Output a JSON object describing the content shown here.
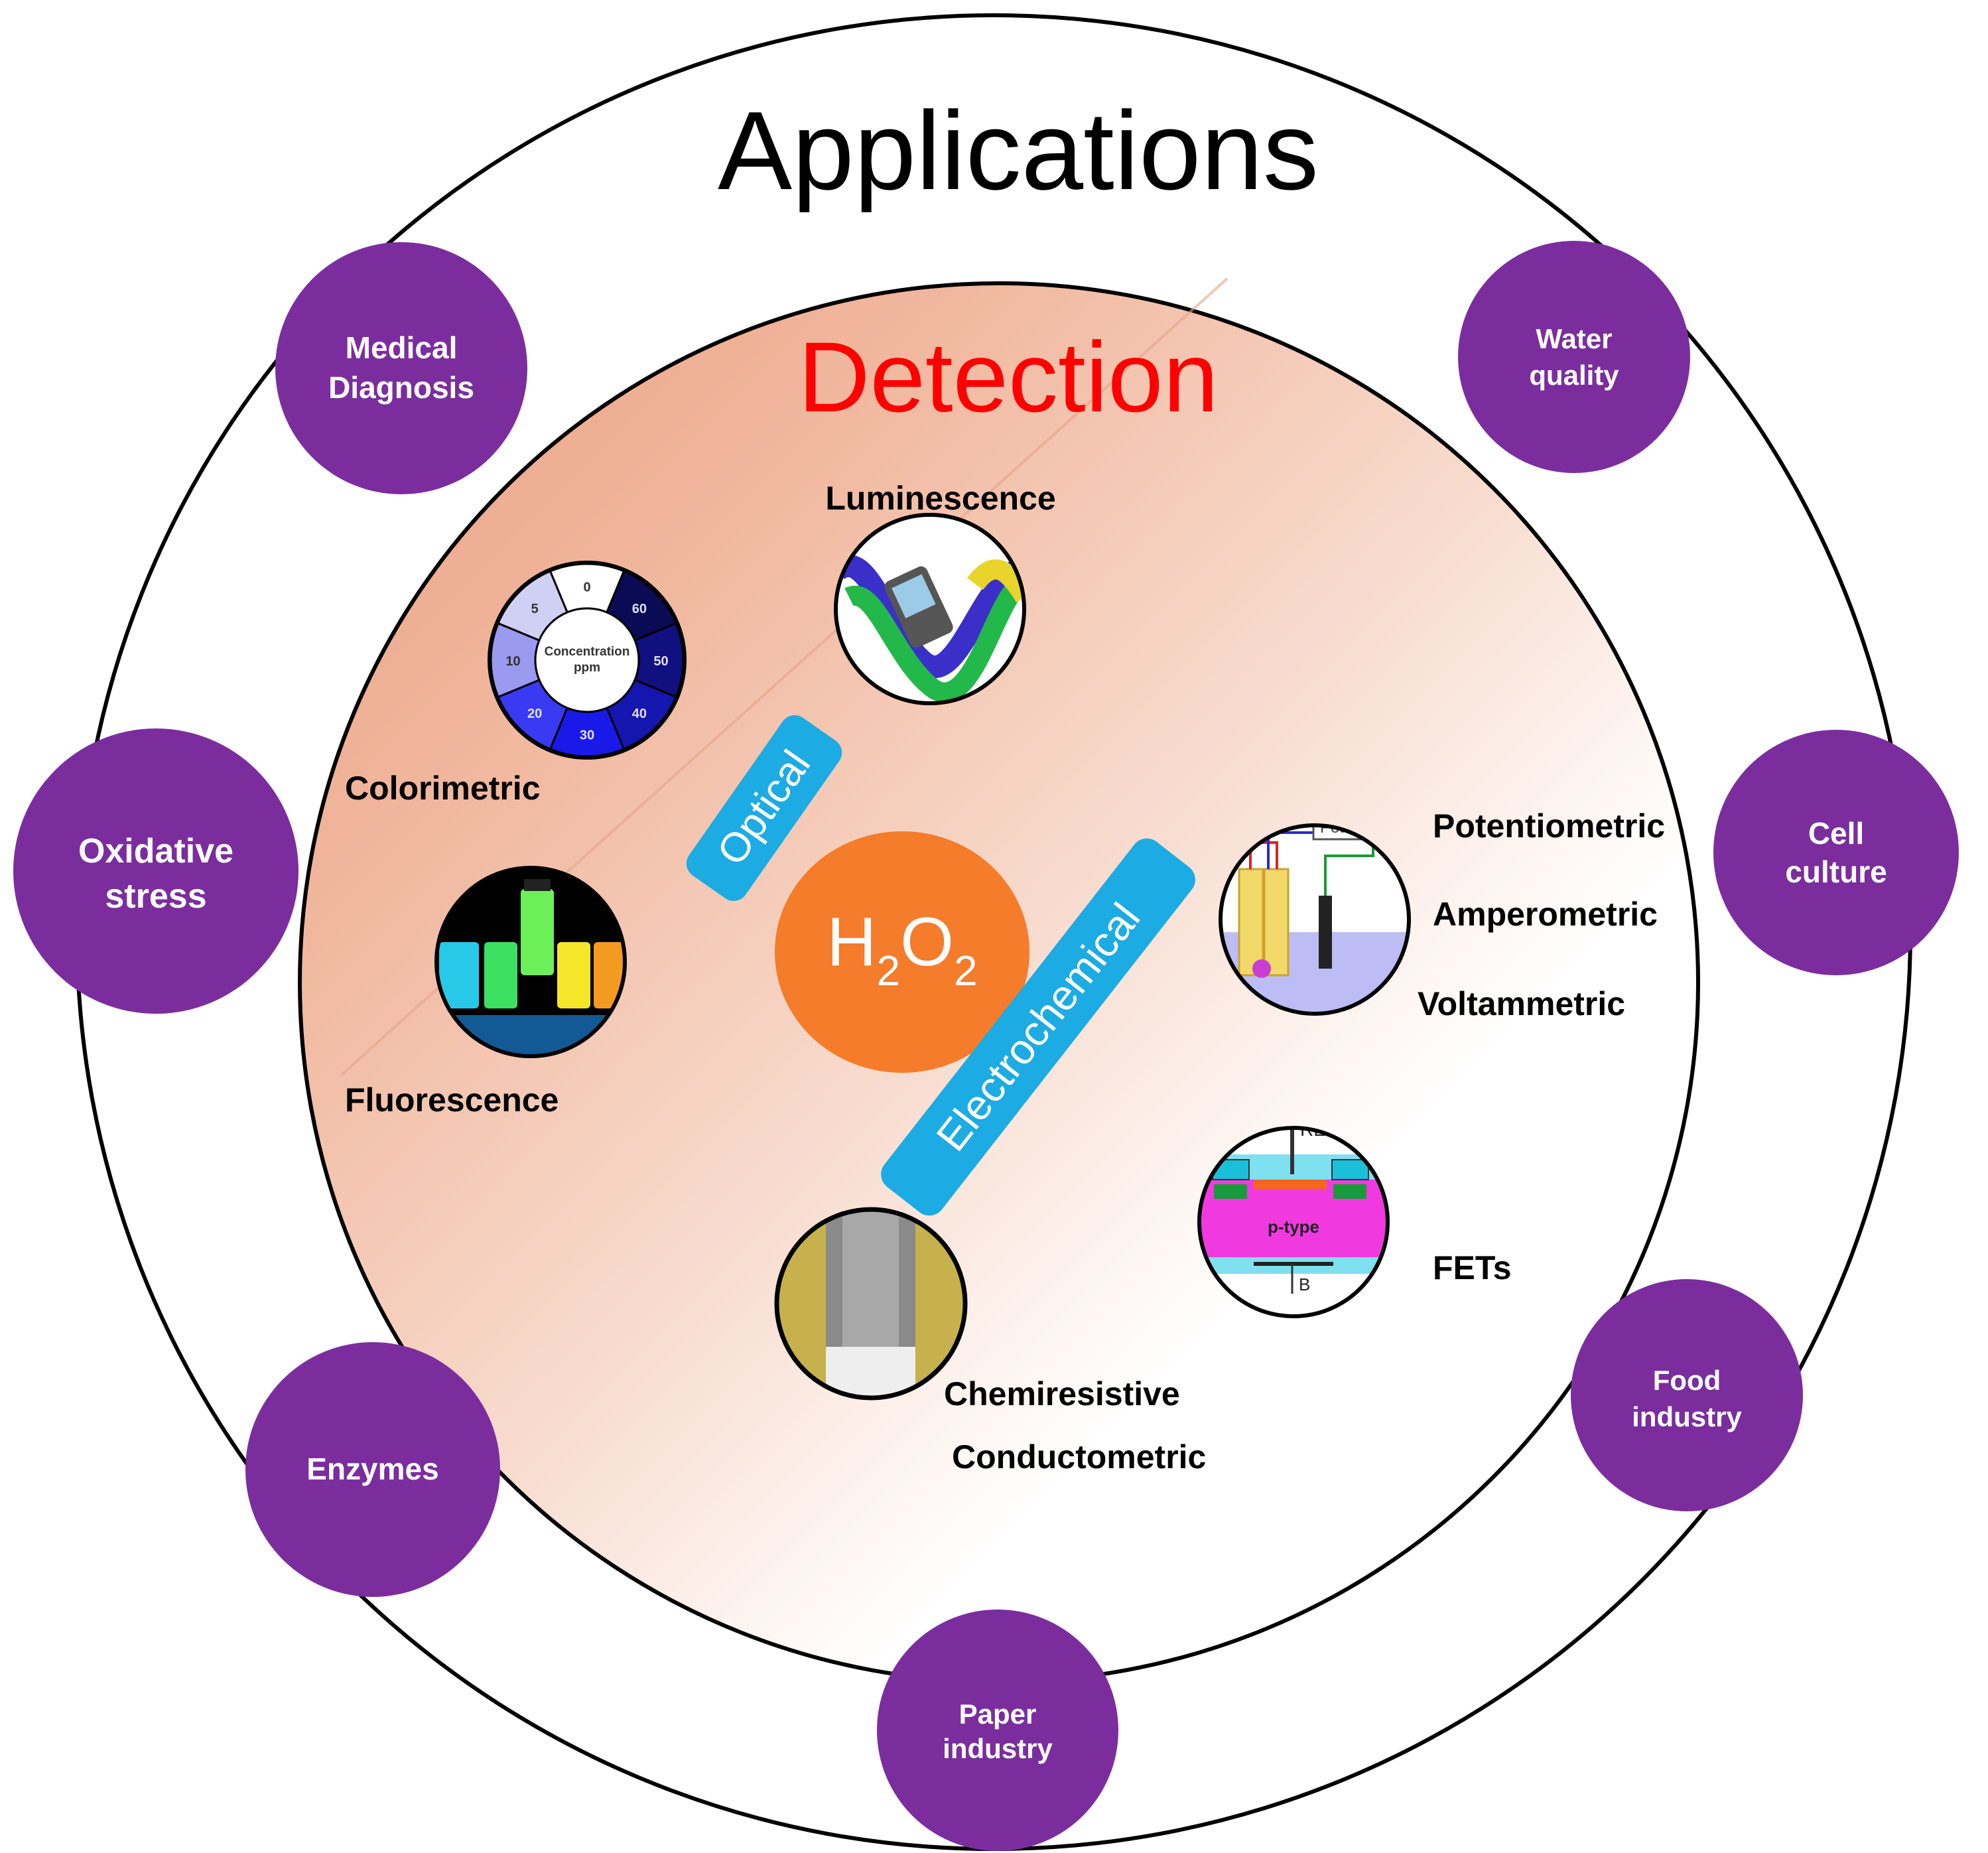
{
  "outer": {
    "title": "Applications"
  },
  "inner": {
    "title": "Detection"
  },
  "center": {
    "label_main": "H",
    "sub1": "2",
    "label_mid": "O",
    "sub2": "2"
  },
  "categories": {
    "optical": "Optical",
    "electrochemical": "Electrochemical"
  },
  "applications": [
    {
      "lines": [
        "Medical",
        "Diagnosis"
      ]
    },
    {
      "lines": [
        "Water",
        "quality"
      ]
    },
    {
      "lines": [
        "Oxidative",
        "stress"
      ]
    },
    {
      "lines": [
        "Cell",
        "culture"
      ]
    },
    {
      "lines": [
        "Enzymes"
      ]
    },
    {
      "lines": [
        "Food",
        "industry"
      ]
    },
    {
      "lines": [
        "Paper",
        "industry"
      ]
    }
  ],
  "methods": {
    "luminescence": "Luminescence",
    "colorimetric": "Colorimetric",
    "fluorescence": "Fluorescence",
    "potentiometric": "Potentiometric",
    "amperometric": "Amperometric",
    "voltammetric": "Voltammetric",
    "fets": "FETs",
    "chemiresistive": "Chemiresistive",
    "conductometric": "Conductometric"
  },
  "colorimetric_wheel": {
    "center_line1": "Concentration",
    "center_line2": "ppm",
    "segments": [
      "0",
      "60",
      "50",
      "40",
      "30",
      "20",
      "10",
      "5"
    ]
  },
  "electrode_icon": {
    "label": "Potenti"
  },
  "fet_icon": {
    "re": "RE",
    "b": "B",
    "ptype": "p-type"
  },
  "colors": {
    "purple": "#7b2d9e",
    "orange": "#f47c2a",
    "cyan": "#1cabe2",
    "detection_red": "#ff0000",
    "salmon": "#f0b9a2"
  }
}
